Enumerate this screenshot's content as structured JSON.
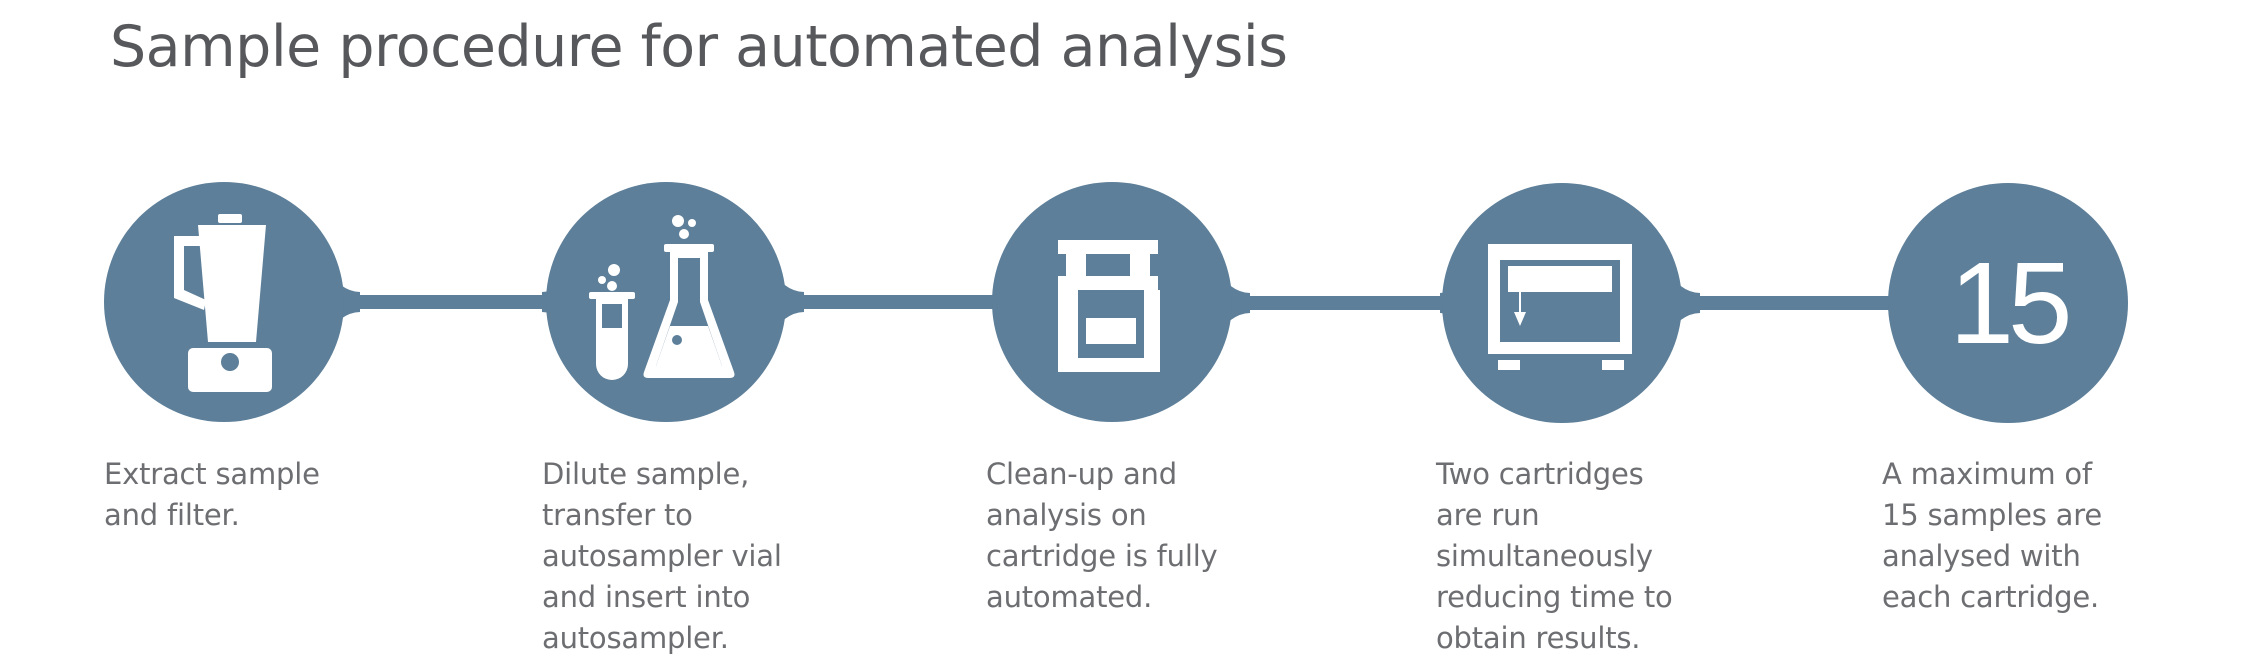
{
  "title": "Sample procedure for automated analysis",
  "colors": {
    "accent": "#5d7f99",
    "title": "#57585b",
    "text": "#6d6e71",
    "icon": "#ffffff"
  },
  "steps": [
    {
      "icon": "blender-icon",
      "text": "Extract sample\nand filter."
    },
    {
      "icon": "test-tube-flask-icon",
      "text": "Dilute sample,\ntransfer to\nautosampler vial\nand insert into\nautosampler."
    },
    {
      "icon": "cartridge-icon",
      "text": "Clean-up and\nanalysis on\ncartridge is fully\nautomated."
    },
    {
      "icon": "instrument-icon",
      "text": "Two cartridges\nare run\nsimultaneously\nreducing time to\nobtain results."
    },
    {
      "icon": "number-icon",
      "number": "15",
      "text": "A maximum of\n15 samples are\nanalysed with\neach cartridge."
    }
  ]
}
